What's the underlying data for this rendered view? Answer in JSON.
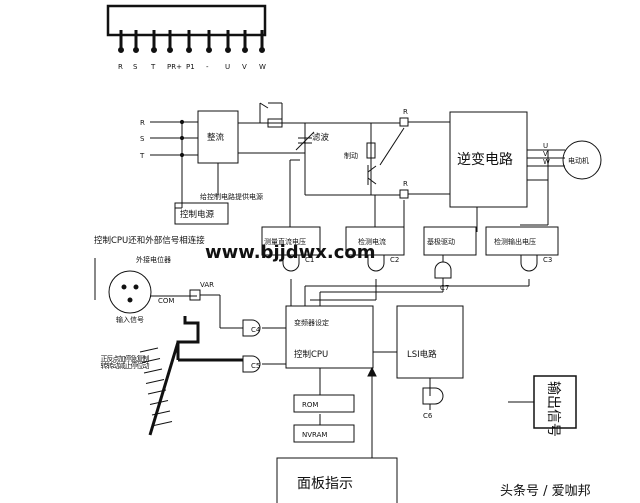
{
  "terminals": [
    "R",
    "S",
    "T",
    "PR+",
    "P1",
    "-",
    "U",
    "V",
    "W"
  ],
  "input_phases": [
    "R",
    "S",
    "T"
  ],
  "output_phases": [
    "U",
    "V",
    "W"
  ],
  "blocks": {
    "rectifier": "整流",
    "filter": "滤波",
    "brake": "制动",
    "inverter": "逆变电路",
    "motor": "电动机",
    "control_power": "控制电源",
    "rectifier_note": "给控制电路提供电源",
    "dc_voltage_detect": "测量直流电压",
    "current_detect": "检测电流",
    "base_drive": "基极驱动",
    "output_voltage_detect": "检测输出电压",
    "detect_circuit": "变频器设定",
    "control_cpu": "控制CPU",
    "lsi": "LSI电路",
    "rom": "ROM",
    "nvram": "NVRAM",
    "output_signal": "输出信号",
    "panel": "面板指示"
  },
  "labels": {
    "cpu_external_note": "控制CPU还和外部信号相连接",
    "external_pot": "外接电位器",
    "input_signal": "输入信号",
    "com": "COM",
    "var": "VAR",
    "relay_r": "R",
    "gates": [
      "C1",
      "C2",
      "C3",
      "C4",
      "C5",
      "C6",
      "C7"
    ],
    "switch_list": [
      "正转",
      "反转",
      "点动",
      "加减",
      "停止",
      "急停",
      "复位",
      "制动"
    ]
  },
  "watermark": "www.bjjdwx.com",
  "footer": "头条号 / 爱咖邦"
}
